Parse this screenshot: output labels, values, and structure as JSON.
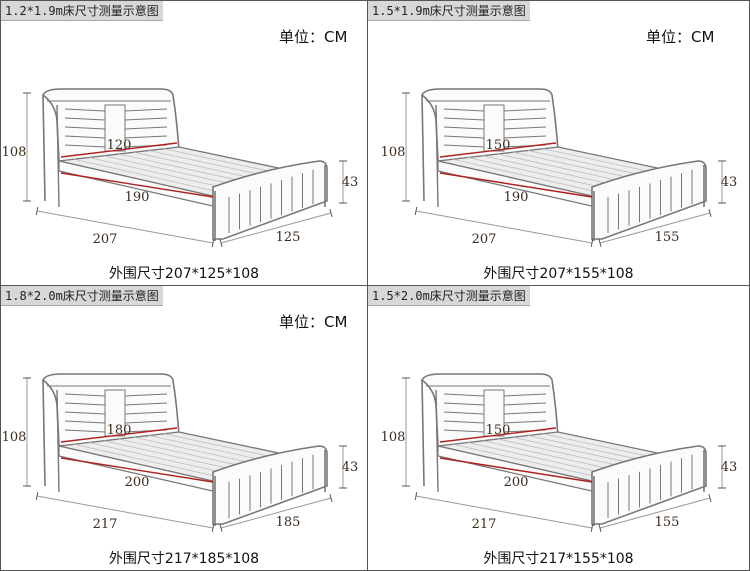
{
  "colors": {
    "bed_stroke": "#777777",
    "bed_fill": "#fbfbfb",
    "dim_line": "#b02020",
    "dim_guide": "#999999"
  },
  "panels": [
    {
      "title": "1.2*1.9m床尺寸测量示意图",
      "unit": "单位：CM",
      "height": "108",
      "width": "120",
      "length": "190",
      "foot_height": "43",
      "outer_length": "207",
      "outer_width": "125",
      "outer_dims": "外围尺寸207*125*108"
    },
    {
      "title": "1.5*1.9m床尺寸测量示意图",
      "unit": "单位：CM",
      "height": "108",
      "width": "150",
      "length": "190",
      "foot_height": "43",
      "outer_length": "207",
      "outer_width": "155",
      "outer_dims": "外围尺寸207*155*108"
    },
    {
      "title": "1.8*2.0m床尺寸测量示意图",
      "unit": "单位：CM",
      "height": "108",
      "width": "180",
      "length": "200",
      "foot_height": "43",
      "outer_length": "217",
      "outer_width": "185",
      "outer_dims": "外围尺寸217*185*108"
    },
    {
      "title": "1.5*2.0m床尺寸测量示意图",
      "unit": "",
      "height": "108",
      "width": "150",
      "length": "200",
      "foot_height": "43",
      "outer_length": "217",
      "outer_width": "155",
      "outer_dims": "外围尺寸217*155*108"
    }
  ]
}
